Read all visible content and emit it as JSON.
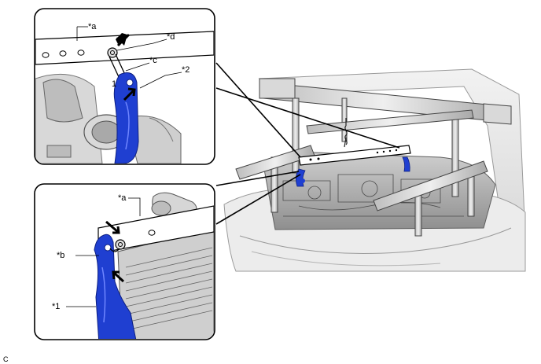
{
  "figure_code": "C",
  "inset_top": {
    "label_a": "*a",
    "label_d": "*d",
    "label_c": "*c",
    "label_2": "*2",
    "step_number": "1"
  },
  "inset_bottom": {
    "label_a": "*a",
    "label_b": "*b",
    "label_1": "*1"
  },
  "colors": {
    "part_blue": "#1f3fd1",
    "line": "#000000",
    "gray_dark": "#6b6b6b",
    "gray_light": "#e6e6e6"
  }
}
